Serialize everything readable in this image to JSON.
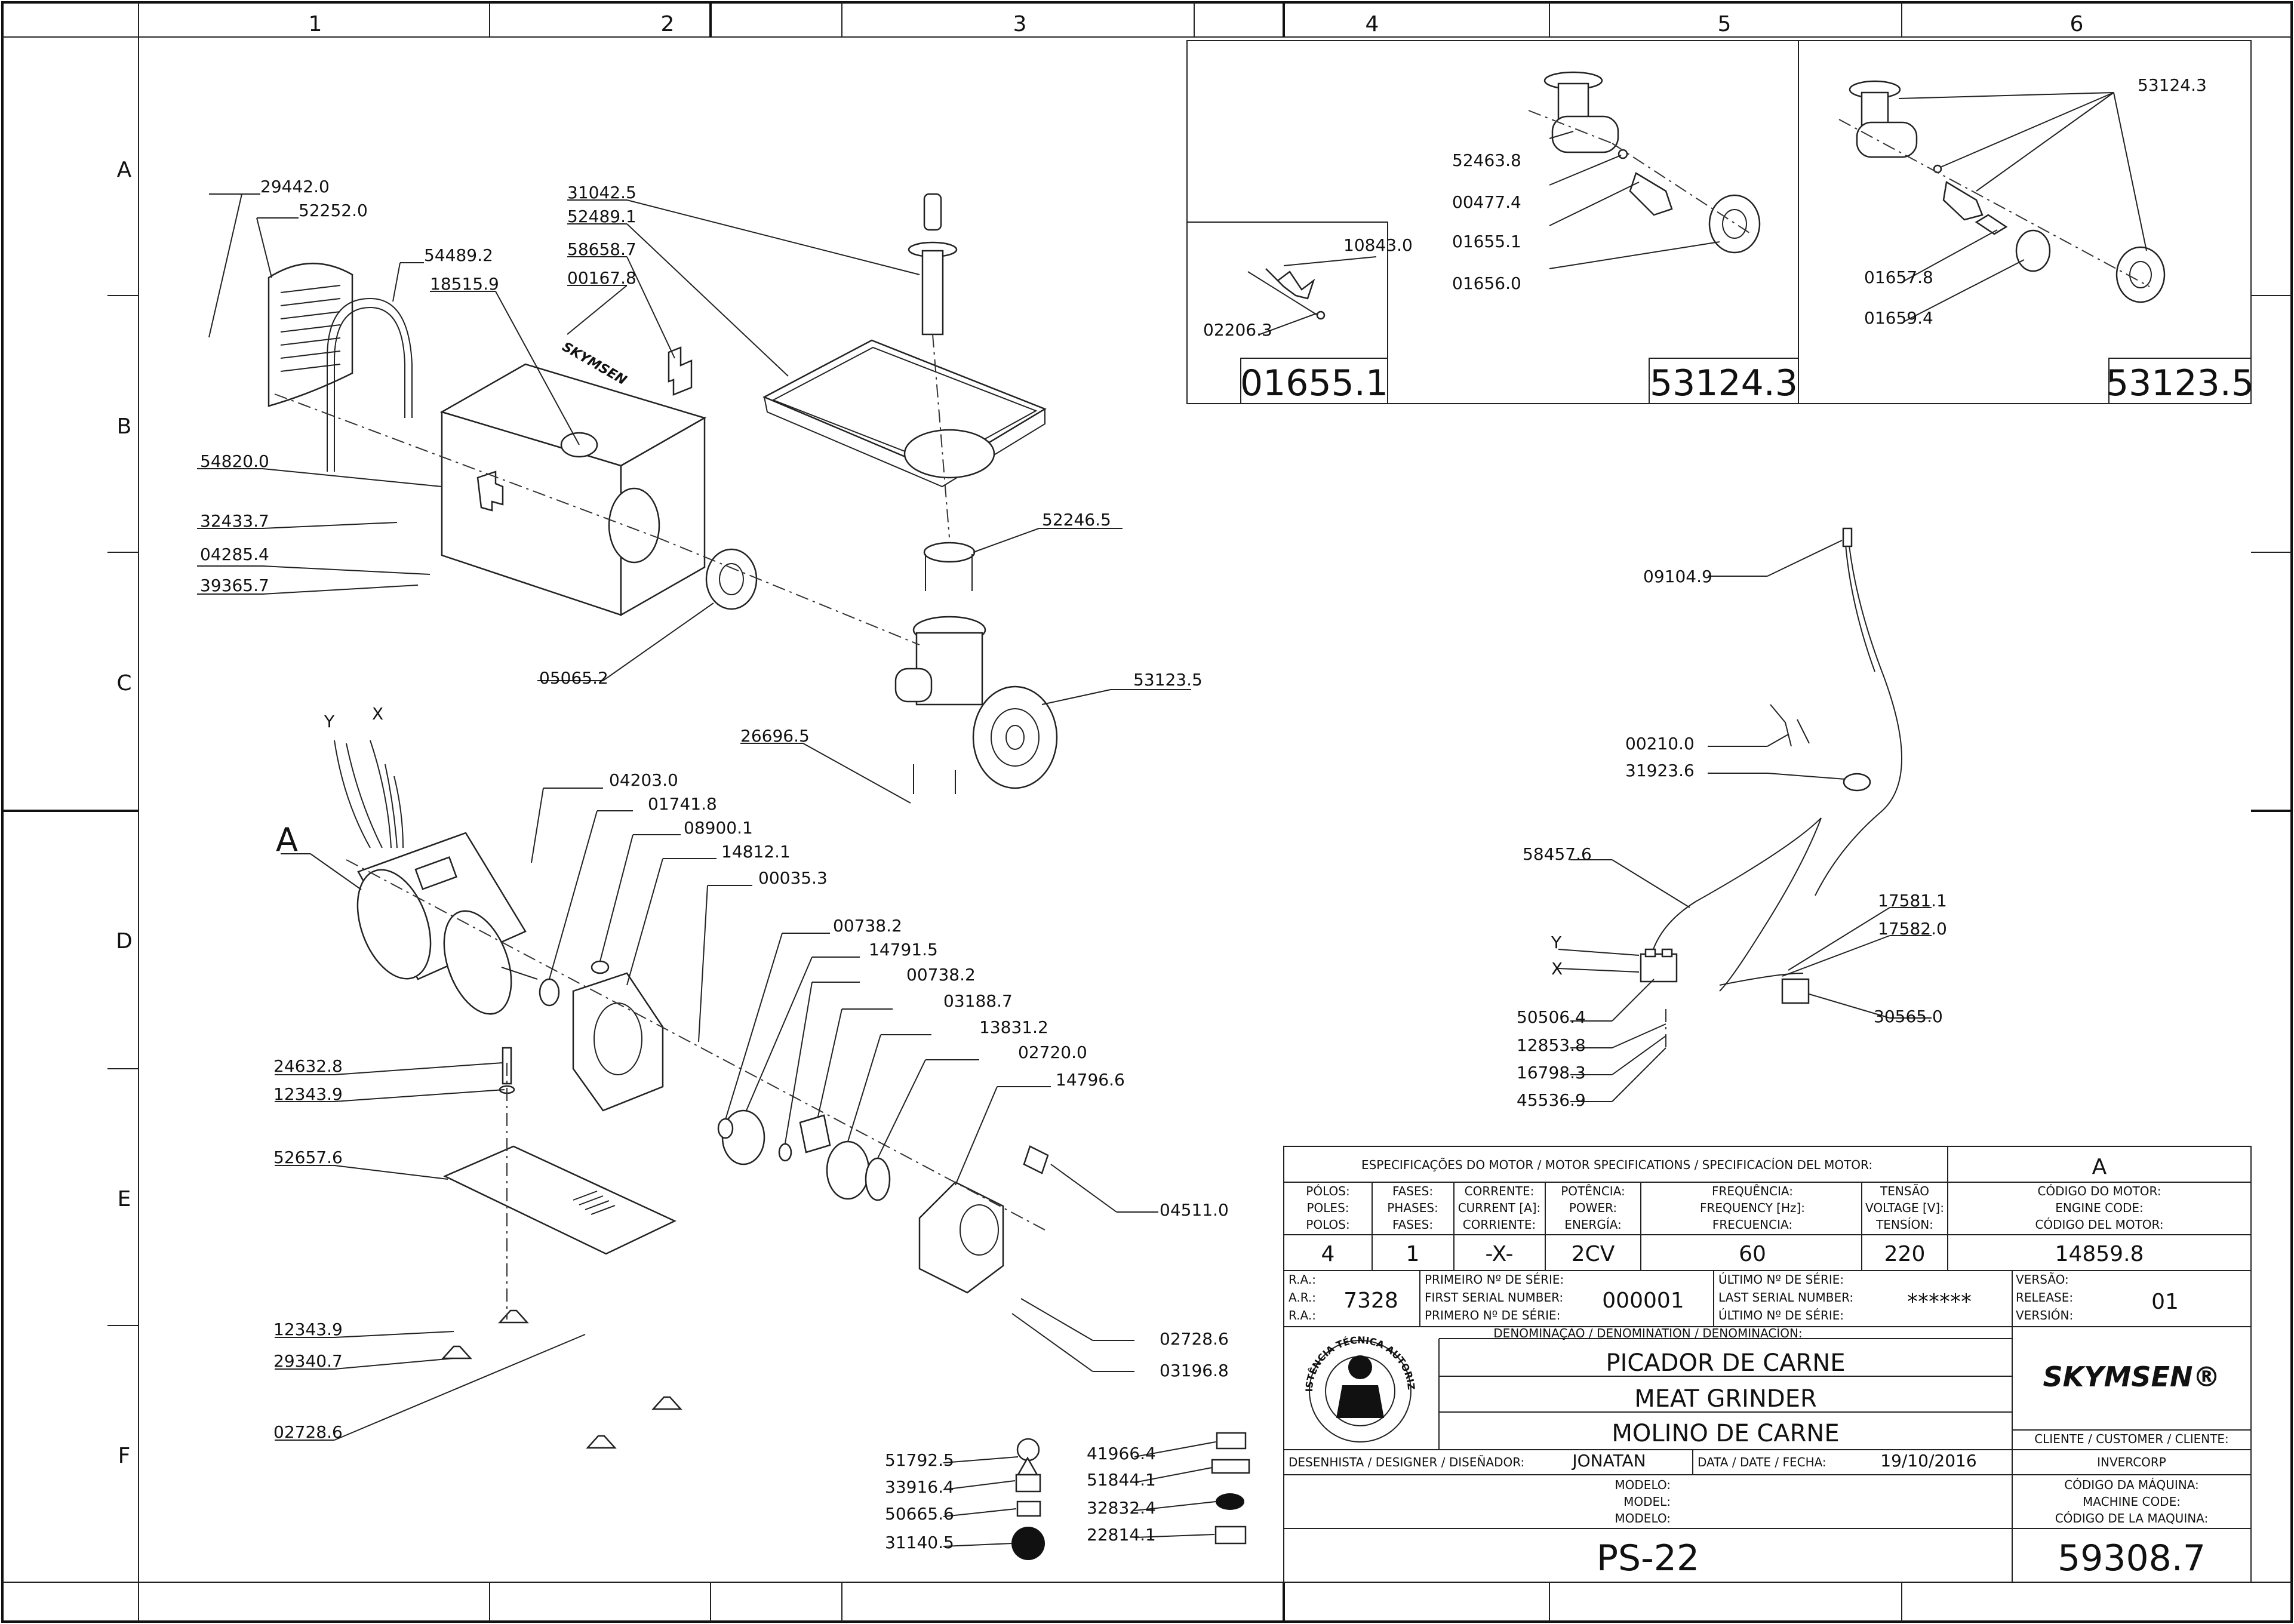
{
  "grid": {
    "columns": [
      "1",
      "2",
      "3",
      "4",
      "5",
      "6"
    ],
    "rows": [
      "A",
      "B",
      "C",
      "D",
      "E",
      "F"
    ]
  },
  "detail_boxes": {
    "d1": {
      "title": "01655.1",
      "labels": [
        "10843.0",
        "02206.3"
      ]
    },
    "d2": {
      "title": "53124.3",
      "labels": [
        "52463.8",
        "00477.4",
        "01655.1",
        "01656.0"
      ]
    },
    "d3": {
      "title": "53123.5",
      "labels": [
        "53124.3",
        "01657.8",
        "01659.4"
      ]
    }
  },
  "callouts": {
    "top_left": [
      "29442.0",
      "52252.0",
      "54489.2",
      "18515.9",
      "31042.5",
      "52489.1",
      "58658.7",
      "00167.8",
      "54820.0",
      "32433.7",
      "04285.4",
      "39365.7",
      "05065.2",
      "52246.5",
      "53123.5",
      "26696.5"
    ],
    "bottom_left": [
      "04203.0",
      "01741.8",
      "08900.1",
      "14812.1",
      "00035.3",
      "00738.2",
      "14791.5",
      "00738.2",
      "03188.7",
      "13831.2",
      "02720.0",
      "14796.6",
      "24632.8",
      "12343.9",
      "52657.6",
      "04511.0",
      "12343.9",
      "29340.7",
      "02728.6",
      "02728.6",
      "03196.8"
    ],
    "stickers_left": [
      "51792.5",
      "33916.4",
      "50665.6",
      "31140.5"
    ],
    "stickers_right": [
      "41966.4",
      "51844.1",
      "32832.4",
      "22814.1"
    ],
    "right": [
      "09104.9",
      "00210.0",
      "31923.6",
      "58457.6",
      "17581.1",
      "17582.0",
      "50506.4",
      "30565.0",
      "12853.8",
      "16798.3",
      "45536.9"
    ]
  },
  "motor_letters": {
    "a": "A",
    "y": "Y",
    "x": "X"
  },
  "wiring_letters": {
    "y": "Y",
    "x": "X"
  },
  "title_block": {
    "spec_header": "ESPECIFICAÇÕES DO MOTOR / MOTOR SPECIFICATIONS / SPECIFICACÍON DEL MOTOR:",
    "variant": "A",
    "cols": [
      {
        "h1": "PÓLOS:",
        "h2": "POLES:",
        "h3": "POLOS:",
        "value": "4"
      },
      {
        "h1": "FASES:",
        "h2": "PHASES:",
        "h3": "FASES:",
        "value": "1"
      },
      {
        "h1": "CORRENTE:",
        "h2": "CURRENT [A]:",
        "h3": "CORRIENTE:",
        "value": "-X-"
      },
      {
        "h1": "POTÊNCIA:",
        "h2": "POWER:",
        "h3": "ENERGÍA:",
        "value": "2CV"
      },
      {
        "h1": "FREQUÊNCIA:",
        "h2": "FREQUENCY [Hz]:",
        "h3": "FRECUENCIA:",
        "value": "60"
      },
      {
        "h1": "TENSÃO",
        "h2": "VOLTAGE [V]:",
        "h3": "TENSÍON:",
        "value": "220"
      },
      {
        "h1": "CÓDIGO DO MOTOR:",
        "h2": "ENGINE CODE:",
        "h3": "CÓDIGO DEL MOTOR:",
        "value": "14859.8"
      }
    ],
    "ra_labels": [
      "R.A.:",
      "A.R.:",
      "R.A.:"
    ],
    "ra_value": "7328",
    "first_serial_labels": [
      "PRIMEIRO Nº DE SÉRIE:",
      "FIRST SERIAL NUMBER:",
      "PRIMERO Nº DE SÉRIE:"
    ],
    "first_serial": "000001",
    "last_serial_labels": [
      "ÚLTIMO Nº DE SÉRIE:",
      "LAST SERIAL NUMBER:",
      "ÚLTIMO Nº DE SÉRIE:"
    ],
    "last_serial": "******",
    "version_labels": [
      "VERSÃO:",
      "RELEASE:",
      "VERSIÓN:"
    ],
    "version": "01",
    "denomination_label": "DENOMINAÇÃO / DENOMINATION / DENOMINACÍON:",
    "names": [
      "PICADOR DE CARNE",
      "MEAT GRINDER",
      "MOLINO DE CARNE"
    ],
    "seal_text": "ASSISTÊNCIA TÉCNICA AUTORIZADA",
    "brand": "SKYMSEN®",
    "client_label": "CLIENTE / CUSTOMER / CLIENTE:",
    "client": "INVERCORP",
    "designer_label": "DESENHISTA / DESIGNER / DISEÑADOR:",
    "designer": "JONATAN",
    "date_label": "DATA / DATE / FECHA:",
    "date": "19/10/2016",
    "model_labels": [
      "MODELO:",
      "MODEL:",
      "MODELO:"
    ],
    "machine_code_labels": [
      "CÓDIGO DA MÁQUINA:",
      "MACHINE CODE:",
      "CÓDIGO DE LA MAQUINA:"
    ],
    "model": "PS-22",
    "machine_code": "59308.7"
  },
  "lid_brand": "SKYMSEN"
}
